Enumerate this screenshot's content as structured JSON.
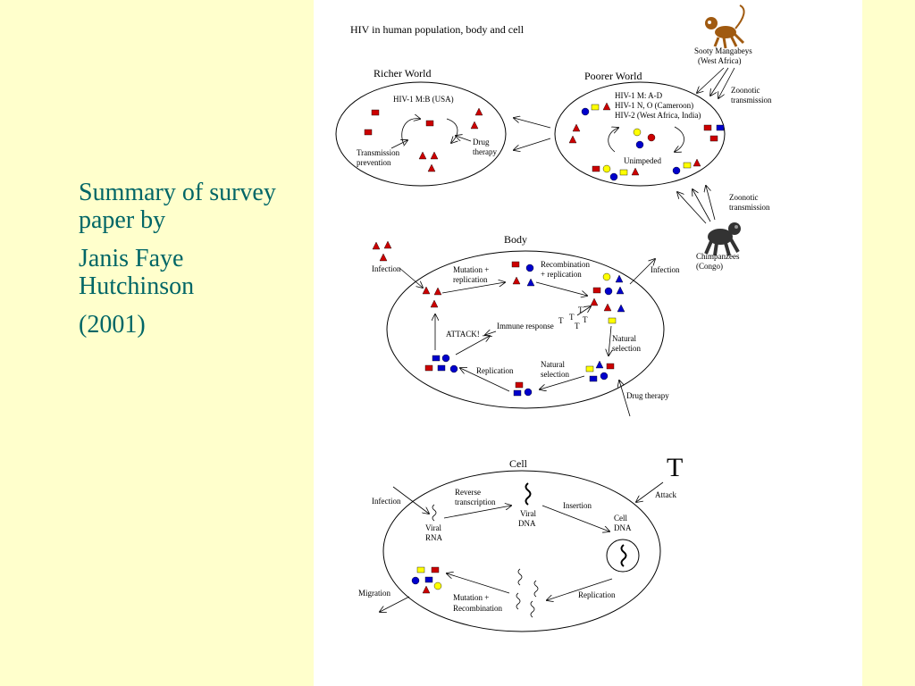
{
  "slide": {
    "lines": [
      "Summary of survey paper by",
      "Janis Faye Hutchinson",
      "(2001)"
    ]
  },
  "colors": {
    "background": "#ffffcc",
    "text": "#006666",
    "red": "#cc0000",
    "blue": "#0000cc",
    "yellow": "#ffff00",
    "monkey": "#a05a10"
  },
  "diagram": {
    "title": "HIV in human population, body and cell",
    "population": {
      "richer": {
        "title": "Richer World",
        "strain": "HIV-1 M:B (USA)",
        "transmission": [
          "Transmission",
          "prevention"
        ],
        "drug": [
          "Drug",
          "therapy"
        ]
      },
      "poorer": {
        "title": "Poorer World",
        "strains": [
          "HIV-1 M: A-D",
          "HIV-1 N, O (Cameroon)",
          "HIV-2 (West Africa, India)"
        ],
        "unimpeded": "Unimpeded"
      },
      "sooty": [
        "Sooty Mangabeys",
        "(West Africa)"
      ],
      "zoonotic_top": [
        "Zoonotic",
        "transmission"
      ],
      "zoonotic_bottom": [
        "Zoonotic",
        "transmission"
      ],
      "chimps": [
        "Chimpanzees",
        "(Congo)"
      ]
    },
    "body": {
      "title": "Body",
      "infection_left": "Infection",
      "infection_right": "Infection",
      "mutation": [
        "Mutation +",
        "replication"
      ],
      "recombination": [
        "Recombination",
        "+ replication"
      ],
      "immune": "Immune response",
      "attack": "ATTACK!",
      "natural_selection_right": [
        "Natural",
        "selection"
      ],
      "natural_selection_bottom": [
        "Natural",
        "selection"
      ],
      "replication": "Replication",
      "drug": "Drug therapy",
      "t": "T"
    },
    "cell": {
      "title": "Cell",
      "t_big": "T",
      "attack": "Attack",
      "infection": "Infection",
      "reverse": [
        "Reverse",
        "transcription"
      ],
      "viral_rna": [
        "Viral",
        "RNA"
      ],
      "viral_dna": [
        "Viral",
        "DNA"
      ],
      "insertion": "Insertion",
      "cell_dna": [
        "Cell",
        "DNA"
      ],
      "replication": "Replication",
      "mutation": [
        "Mutation +",
        "Recombination"
      ],
      "migration": "Migration"
    }
  }
}
